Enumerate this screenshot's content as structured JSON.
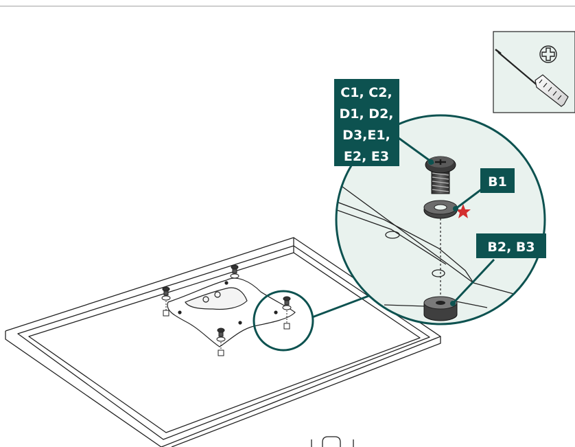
{
  "callouts": {
    "screw_label_lines": [
      "C1, C2,",
      "D1, D2,",
      "D3,E1,",
      "E2, E3"
    ],
    "washer_label": "B1",
    "spacer_label": "B2, B3"
  },
  "tool": {
    "icon": "phillips-screwdriver-icon",
    "bit": "phillips-head-symbol"
  },
  "colors": {
    "callout_bg": "#0d5250",
    "callout_line": "#0d5250",
    "zoom_fill": "#e9f2ee",
    "highlight_star": "#d32f2f",
    "line_art": "#222222"
  }
}
